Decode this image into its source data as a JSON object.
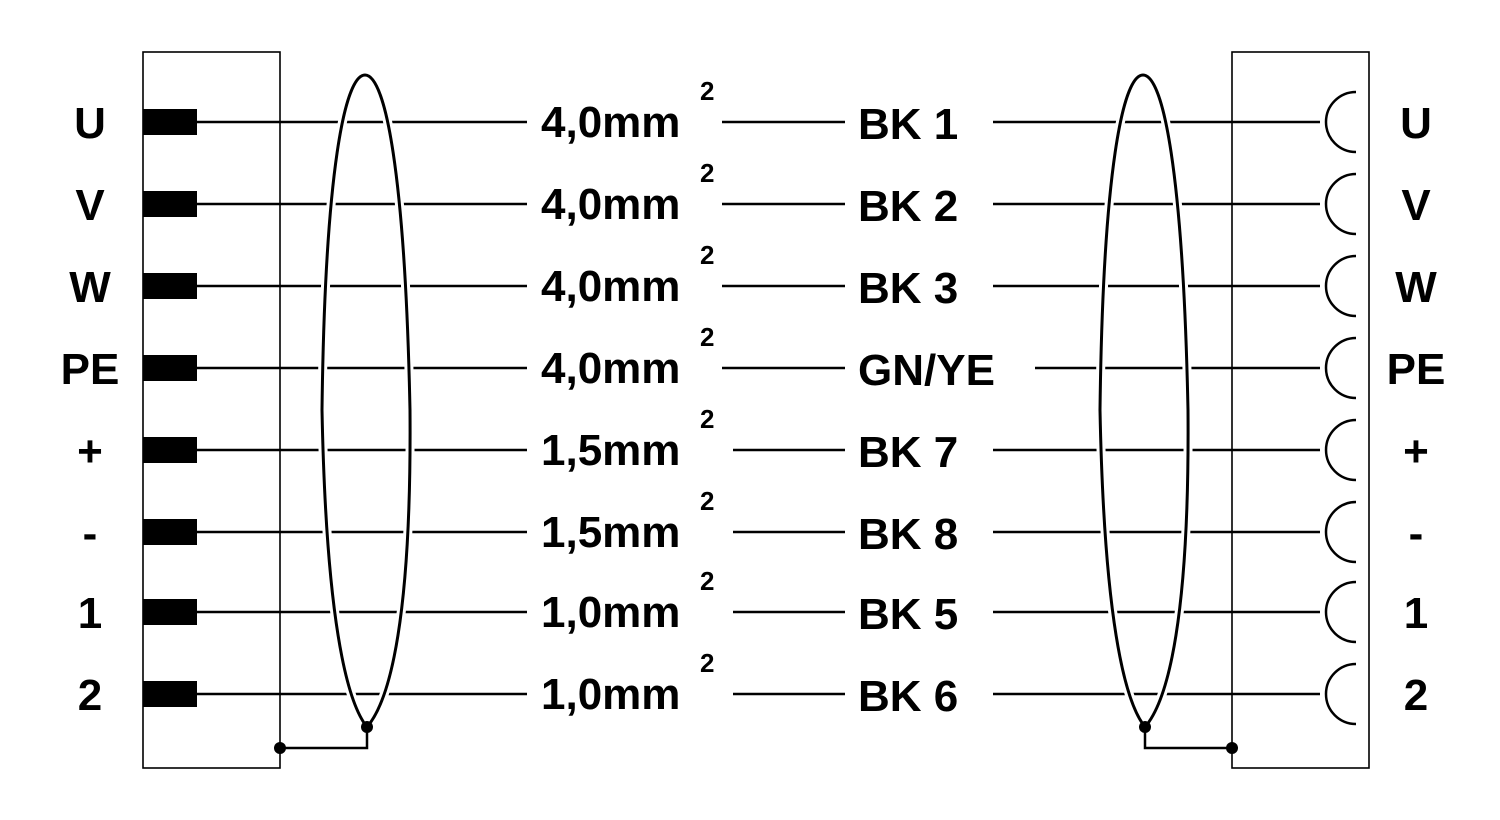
{
  "colors": {
    "line": "#000000",
    "background": "#ffffff",
    "shield_halo": "#ffffff"
  },
  "left_pins": [
    "U",
    "V",
    "W",
    "PE",
    "+",
    "-",
    "1",
    "2"
  ],
  "right_pins": [
    "U",
    "V",
    "W",
    "PE",
    "+",
    "-",
    "1",
    "2"
  ],
  "wires": [
    {
      "size": "4,0mm",
      "sup": "2",
      "color": "BK 1"
    },
    {
      "size": "4,0mm",
      "sup": "2",
      "color": "BK 2"
    },
    {
      "size": "4,0mm",
      "sup": "2",
      "color": "BK 3"
    },
    {
      "size": "4,0mm",
      "sup": "2",
      "color": "GN/YE"
    },
    {
      "size": "1,5mm",
      "sup": "2",
      "color": "BK 7"
    },
    {
      "size": "1,5mm",
      "sup": "2",
      "color": "BK 8"
    },
    {
      "size": "1,0mm",
      "sup": "2",
      "color": "BK 5"
    },
    {
      "size": "1,0mm",
      "sup": "2",
      "color": "BK 6"
    }
  ]
}
